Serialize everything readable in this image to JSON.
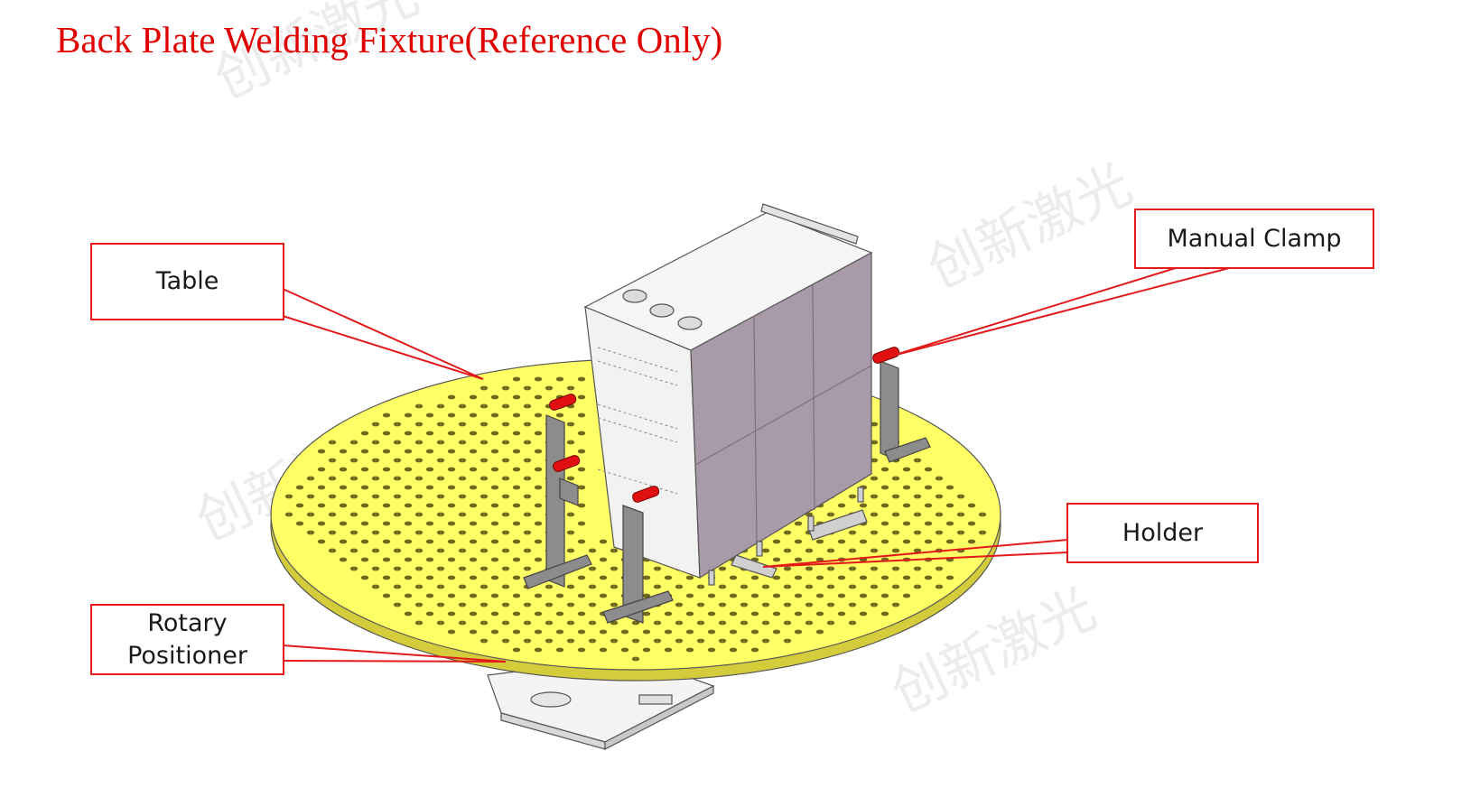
{
  "title": "Back Plate Welding Fixture(Reference Only)",
  "labels": {
    "table": "Table",
    "manual_clamp": "Manual Clamp",
    "holder": "Holder",
    "rotary_positioner_line1": "Rotary",
    "rotary_positioner_line2": "Positioner"
  },
  "watermark": "创新激光",
  "colors": {
    "title": "#e00000",
    "callout_border": "#e31a1a",
    "leader": "#e31a1a",
    "table_top": "#ffff66",
    "table_edge": "#d4cc3a",
    "cabinet_side": "#a89aa8",
    "cabinet_front": "#f2f2f2",
    "clamp": "#e01010"
  }
}
